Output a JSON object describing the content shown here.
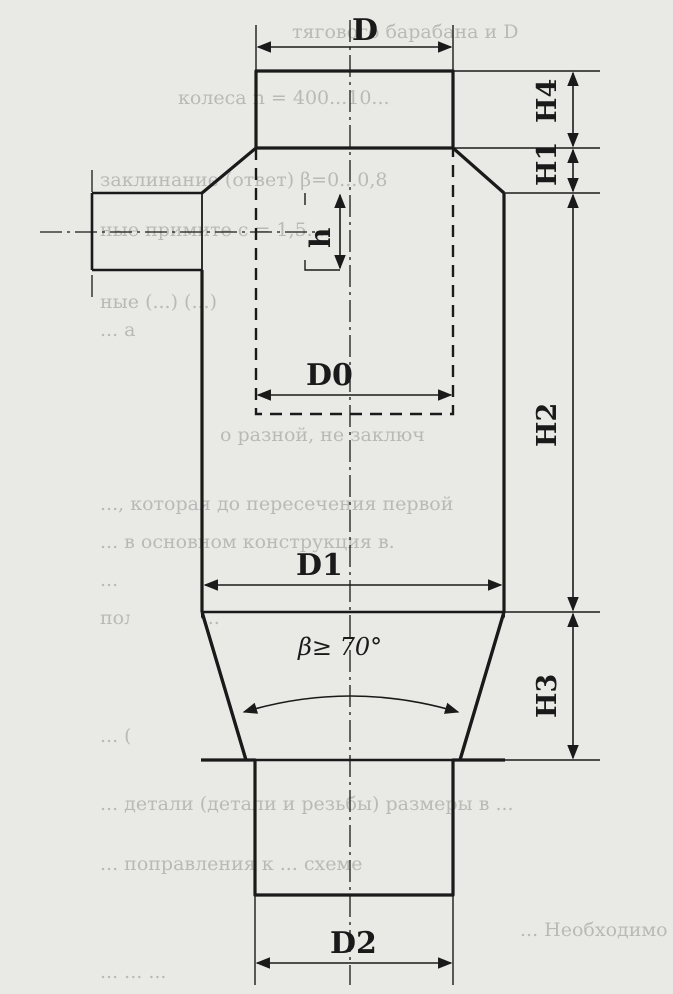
{
  "labels": {
    "D": "D",
    "H4": "H4",
    "H1": "H1",
    "h": "h",
    "D0": "D0",
    "H2": "H2",
    "D1": "D1",
    "beta": "β≥ 70°",
    "H3": "H3",
    "D2": "D2"
  },
  "background_text": [
    "тягового барабана и D",
    "колеса n = 400...10...",
    "заклинание (ответ) β=0...0,8",
    "ные примите с = 1,5...",
    "ные (...) (...)",
    "... а",
    "о разной, не заключ",
    "..., которая до пересечения первой",
    "... в основном конструкция в.",
    "...",
    "полное ... ...",
    "... (D+...)",
    "... детали (детали и резьбы) размеры в ...",
    "... поправления к ... схеме",
    "... Необходимо ...",
    "... ... ..."
  ],
  "colors": {
    "ink": "#1a1a1a",
    "paper": "#e9e9e6",
    "ghost_text": "#b9b9b6"
  }
}
